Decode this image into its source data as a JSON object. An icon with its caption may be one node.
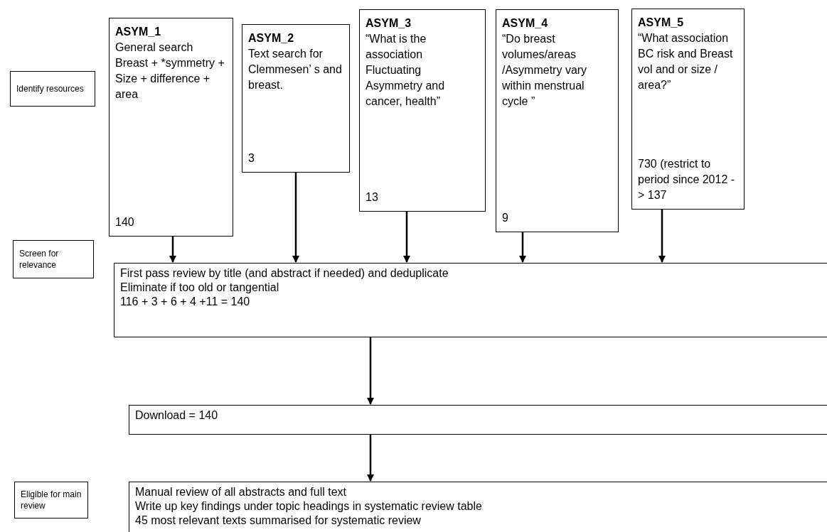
{
  "diagram": {
    "nodes": [
      {
        "text": [
          "Identify resources"
        ]
      },
      {
        "text": [
          "ASYM_1",
          "General search Breast + *symmetry + Size + difference + area",
          "140"
        ]
      },
      {
        "text": [
          "ASYM_2",
          "Text search for Clemmesen’ s and breast.",
          "3"
        ]
      },
      {
        "text": [
          "ASYM_3",
          "“What is the association Fluctuating Asymmetry and cancer, health”",
          "13"
        ]
      },
      {
        "text": [
          "ASYM_4",
          "“Do breast volumes/areas /Asymmetry vary within menstrual cycle ”",
          "9"
        ]
      },
      {
        "text": [
          "ASYM_5",
          "“What association BC risk and Breast vol and or size / area?”",
          "730 (restrict to period since 2012 -> 137"
        ]
      },
      {
        "text": [
          "Screen for relevance"
        ]
      },
      {
        "text": [
          "First pass review by title (and abstract if needed) and deduplicate",
          "Eliminate if too old or tangential",
          "116 + 3 + 6 + 4 +11 = 140"
        ]
      },
      {
        "text": [
          "Download = 140"
        ]
      },
      {
        "text": [
          "Eligible for main review"
        ]
      },
      {
        "text": [
          "Manual review of all abstracts and full text",
          "Write up key findings under topic headings in systematic review table",
          "45 most relevant texts summarised for systematic review"
        ]
      }
    ],
    "edges": [
      {
        "from": 1,
        "to": 7,
        "arrow": "to"
      },
      {
        "from": 2,
        "to": 7,
        "arrow": "to"
      },
      {
        "from": 3,
        "to": 7,
        "arrow": "to"
      },
      {
        "from": 4,
        "to": 7,
        "arrow": "to"
      },
      {
        "from": 5,
        "to": 7,
        "arrow": "to"
      },
      {
        "from": 7,
        "to": 8,
        "arrow": "to"
      },
      {
        "from": 8,
        "to": 10,
        "arrow": "to"
      }
    ]
  }
}
